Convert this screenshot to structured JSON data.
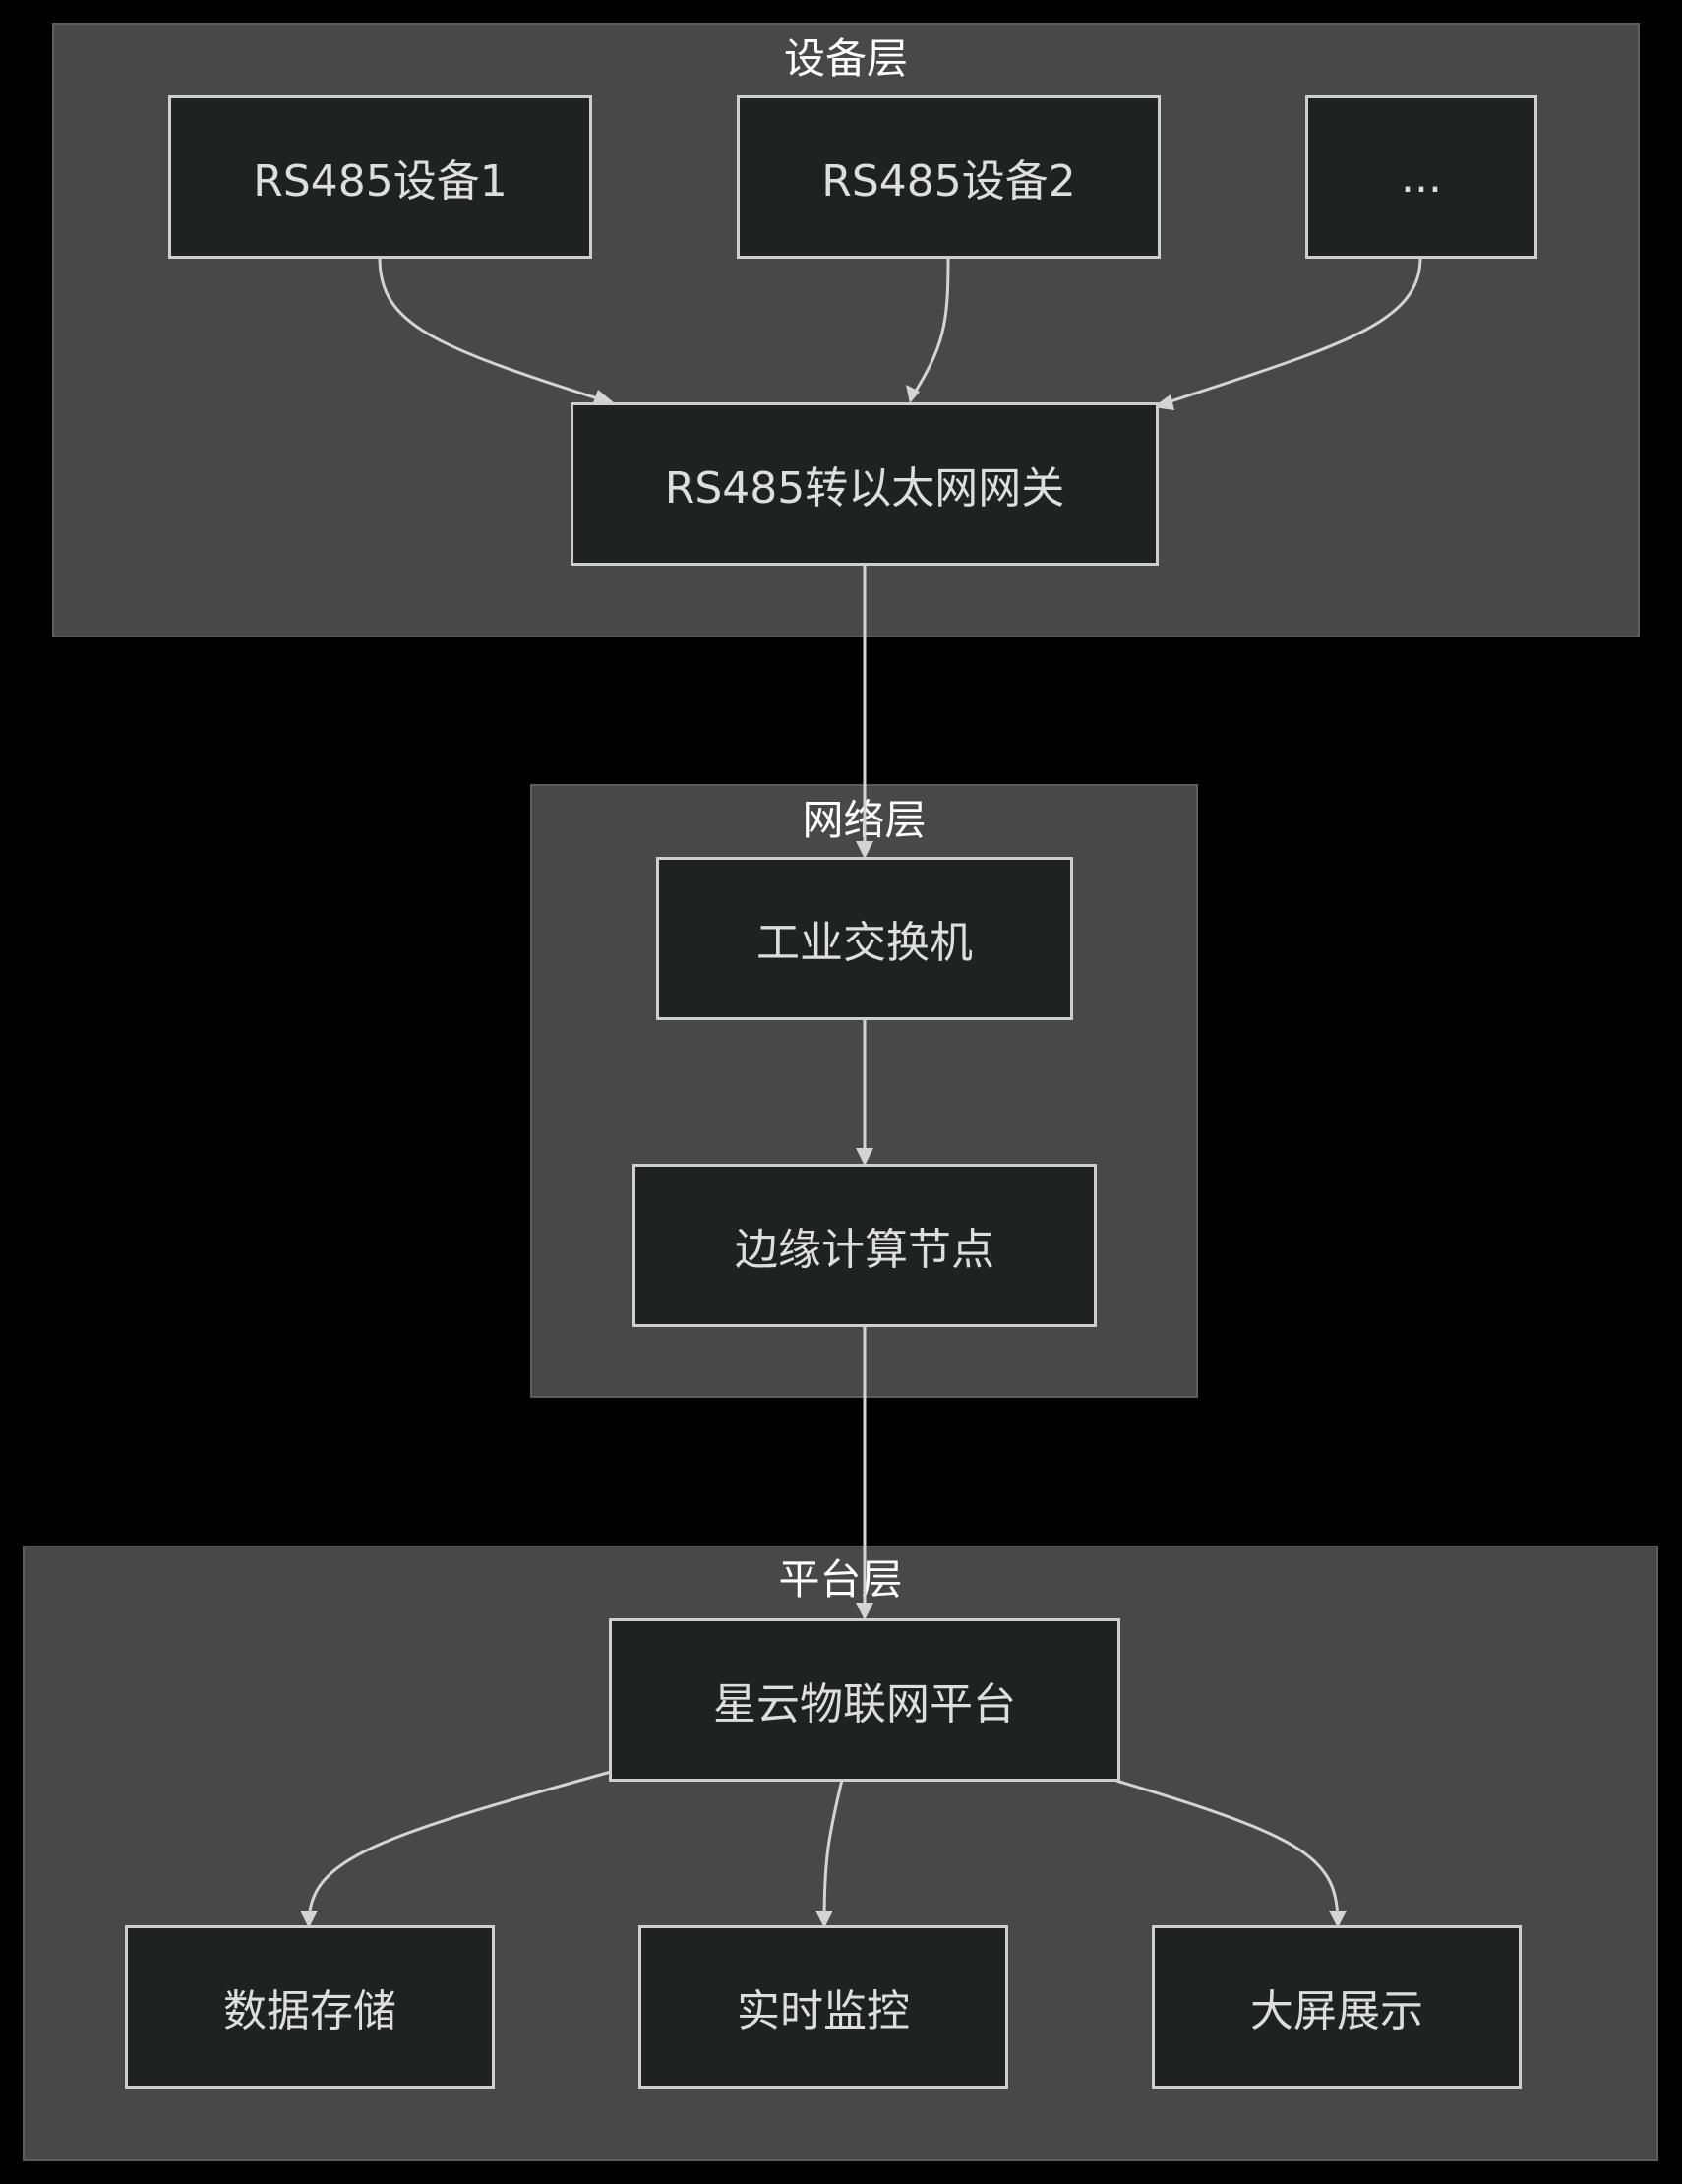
{
  "layers": {
    "device": {
      "title": "设备层",
      "nodes": {
        "device1": "RS485设备1",
        "device2": "RS485设备2",
        "more": "...",
        "gateway": "RS485转以太网网关"
      }
    },
    "network": {
      "title": "网络层",
      "nodes": {
        "switch": "工业交换机",
        "edge": "边缘计算节点"
      }
    },
    "platform": {
      "title": "平台层",
      "nodes": {
        "platform": "星云物联网平台",
        "storage": "数据存储",
        "monitor": "实时监控",
        "display": "大屏展示"
      }
    }
  },
  "colors": {
    "background": "#000000",
    "layer_fill": "#474847",
    "node_fill": "#202221",
    "node_border": "#cfcfcf",
    "edge": "#d4d4d4"
  }
}
